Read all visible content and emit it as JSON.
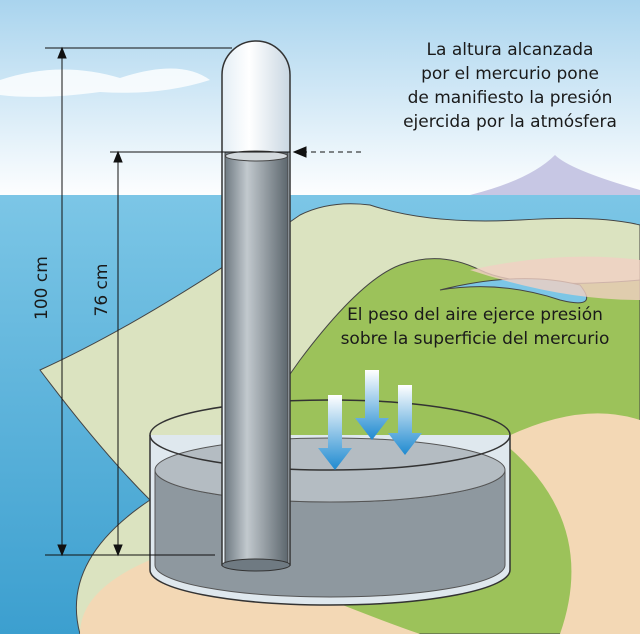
{
  "labels": {
    "atmosphere_caption": [
      "La altura alcanzada",
      "por el mercurio pone",
      "de manifiesto la presión",
      "ejercida por la atmósfera"
    ],
    "air_weight_caption": [
      "El peso del aire ejerce presión",
      "sobre la superficie del mercurio"
    ],
    "tube_height": "100 cm",
    "mercury_height": "76 cm"
  },
  "colors": {
    "sky": "#bfe0f3",
    "sea": "#5fb6dc",
    "hills": "#9cc25a",
    "sand": "#f3d8b5",
    "mercury": "#8e989f",
    "arrow": "#1f8ad0"
  }
}
